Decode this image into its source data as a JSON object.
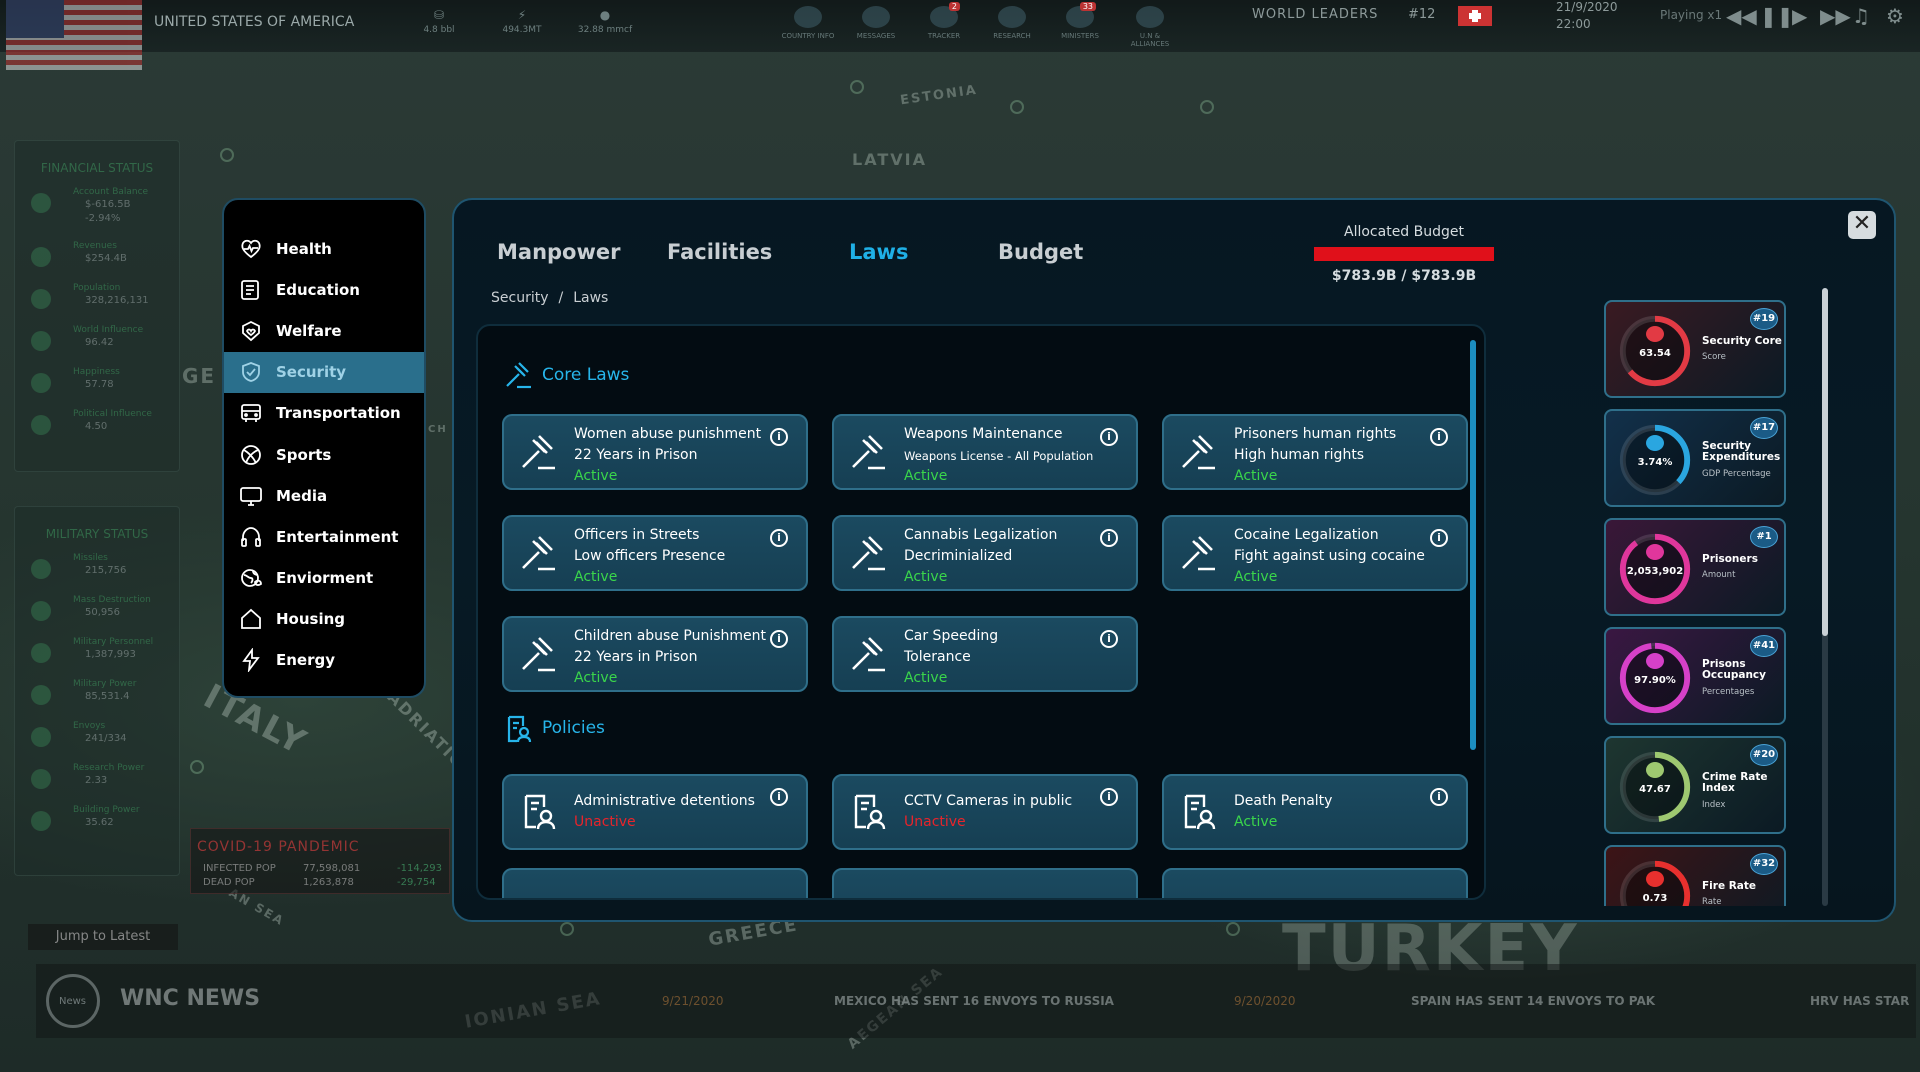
{
  "topbar": {
    "country": "UNITED STATES OF AMERICA",
    "resources": [
      {
        "icon": "oil-icon",
        "value": "4.8 bbl"
      },
      {
        "icon": "electricity-icon",
        "value": "494.3MT"
      },
      {
        "icon": "water-icon",
        "value": "32.88 mmcf"
      }
    ],
    "nav": [
      {
        "label": "COUNTRY INFO",
        "badge": ""
      },
      {
        "label": "MESSAGES",
        "badge": ""
      },
      {
        "label": "TRACKER",
        "badge": "2"
      },
      {
        "label": "RESEARCH",
        "badge": ""
      },
      {
        "label": "MINISTERS",
        "badge": "33"
      },
      {
        "label": "U.N & ALLIANCES",
        "badge": ""
      }
    ],
    "world_leaders": "WORLD LEADERS",
    "rank": "#12",
    "date": "21/9/2020",
    "time": "22:00",
    "playing": "Playing x1"
  },
  "map": {
    "labels": {
      "estonia": "ESTONIA",
      "latvia": "LATVIA",
      "italy": "ITALY",
      "adriatic": "ADRIATIC",
      "greece": "GREECE",
      "ionian": "IONIAN SEA",
      "aegean": "AEGEAN SEA",
      "turkey": "TURKEY",
      "ge": "GE",
      "ch": "CH",
      "an_sea": "AN SEA"
    }
  },
  "financial": {
    "title": "FINANCIAL STATUS",
    "items": [
      {
        "label": "Account Balance",
        "value": "$-616.5B",
        "sub": "-2.94%"
      },
      {
        "label": "Revenues",
        "value": "$254.4B",
        "sub": ""
      },
      {
        "label": "Population",
        "value": "328,216,131",
        "sub": ""
      },
      {
        "label": "World Influence",
        "value": "96.42",
        "sub": ""
      },
      {
        "label": "Happiness",
        "value": "57.78",
        "sub": ""
      },
      {
        "label": "Political Influence",
        "value": "4.50",
        "sub": ""
      }
    ]
  },
  "military": {
    "title": "MILITARY STATUS",
    "items": [
      {
        "label": "Missiles",
        "value": "215,756"
      },
      {
        "label": "Mass Destruction",
        "value": "50,956"
      },
      {
        "label": "Military Personnel",
        "value": "1,387,993"
      },
      {
        "label": "Military Power",
        "value": "85,531.4"
      },
      {
        "label": "Envoys",
        "value": "241/334"
      },
      {
        "label": "Research Power",
        "value": "2.33"
      },
      {
        "label": "Building Power",
        "value": "35.62"
      }
    ]
  },
  "covid": {
    "title": "COVID-19 PANDEMIC",
    "infected_label": "INFECTED POP",
    "infected_value": "77,598,081",
    "infected_delta": "-114,293",
    "dead_label": "DEAD POP",
    "dead_value": "1,263,878",
    "dead_delta": "-29,754"
  },
  "jump_label": "Jump to Latest",
  "news": {
    "label": "WNC NEWS",
    "globe_text": "News",
    "items": [
      {
        "date": "9/21/2020",
        "text": "MEXICO HAS SENT 16 ENVOYS TO RUSSIA"
      },
      {
        "date": "9/20/2020",
        "text": "SPAIN HAS SENT 14 ENVOYS TO PAK"
      },
      {
        "date": "",
        "text": "HRV HAS STAR"
      }
    ]
  },
  "categories": [
    {
      "label": "Health",
      "icon": "heart-pulse-icon"
    },
    {
      "label": "Education",
      "icon": "book-icon"
    },
    {
      "label": "Welfare",
      "icon": "welfare-hand-icon"
    },
    {
      "label": "Security",
      "icon": "shield-icon"
    },
    {
      "label": "Transportation",
      "icon": "bus-icon"
    },
    {
      "label": "Sports",
      "icon": "ball-icon"
    },
    {
      "label": "Media",
      "icon": "monitor-icon"
    },
    {
      "label": "Entertainment",
      "icon": "headphones-icon"
    },
    {
      "label": "Enviorment",
      "icon": "globe-leaf-icon"
    },
    {
      "label": "Housing",
      "icon": "house-icon"
    },
    {
      "label": "Energy",
      "icon": "bolt-icon"
    }
  ],
  "tabs": [
    "Manpower",
    "Facilities",
    "Laws",
    "Budget"
  ],
  "active_tab": "Laws",
  "budget": {
    "title": "Allocated Budget",
    "value": "$783.9B / $783.9B",
    "fill_fraction": 1.0
  },
  "breadcrumb": {
    "parent": "Security",
    "sep": "/",
    "current": "Laws"
  },
  "core_laws": {
    "title": "Core Laws",
    "items": [
      {
        "title": "Women abuse punishment",
        "value": "22 Years in Prison",
        "status": "Active"
      },
      {
        "title": "Weapons Maintenance",
        "value": "Weapons License - All Population",
        "status": "Active"
      },
      {
        "title": "Prisoners human rights",
        "value": "High human rights",
        "status": "Active"
      },
      {
        "title": "Officers in Streets",
        "value": "Low officers Presence",
        "status": "Active"
      },
      {
        "title": "Cannabis Legalization",
        "value": "Decriminialized",
        "status": "Active"
      },
      {
        "title": "Cocaine Legalization",
        "value": "Fight against using cocaine",
        "status": "Active"
      },
      {
        "title": "Children abuse Punishment",
        "value": "22 Years in Prison",
        "status": "Active"
      },
      {
        "title": "Car Speeding",
        "value": "Tolerance",
        "status": "Active"
      }
    ]
  },
  "policies": {
    "title": "Policies",
    "items": [
      {
        "title": "Administrative detentions",
        "status": "Unactive"
      },
      {
        "title": "CCTV Cameras in public",
        "status": "Unactive"
      },
      {
        "title": "Death Penalty",
        "status": "Active"
      }
    ]
  },
  "info_glyph": "i",
  "close_glyph": "✕",
  "stats": [
    {
      "name": "Security Core",
      "sub": "Score",
      "value": "63.54",
      "rank": "#19",
      "ring_color": "#e23a44",
      "bg": "#3a1a22",
      "fraction": 0.64
    },
    {
      "name": "Security Expenditures",
      "sub": "GDP Percentage",
      "value": "3.74%",
      "rank": "#17",
      "ring_color": "#2aa6e0",
      "bg": "#12304a",
      "fraction": 0.37
    },
    {
      "name": "Prisoners",
      "sub": "Amount",
      "value": "2,053,902",
      "rank": "#1",
      "ring_color": "#e0369c",
      "bg": "#3a1738",
      "fraction": 0.9
    },
    {
      "name": "Prisons Occupancy",
      "sub": "Percentages",
      "value": "97.90%",
      "rank": "#41",
      "ring_color": "#d640c8",
      "bg": "#3a1742",
      "fraction": 0.98
    },
    {
      "name": "Crime Rate Index",
      "sub": "Index",
      "value": "47.67",
      "rank": "#20",
      "ring_color": "#9ec870",
      "bg": "#1e3630",
      "fraction": 0.48
    },
    {
      "name": "Fire Rate",
      "sub": "Rate",
      "value": "0.73",
      "rank": "#32",
      "ring_color": "#e8302e",
      "bg": "#3d1416",
      "fraction": 0.35
    }
  ]
}
